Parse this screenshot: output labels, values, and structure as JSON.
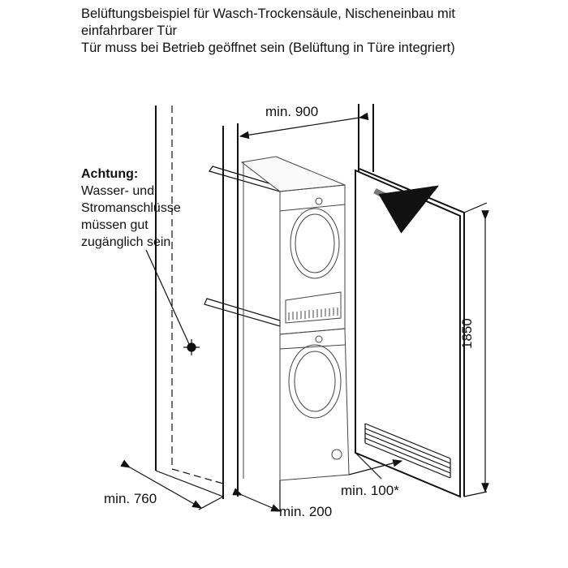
{
  "header": {
    "line1": "Belüftungsbeispiel für Wasch-Trockensäule, Nischeneinbau mit",
    "line2": "einfahrbarer Tür",
    "line3": "Tür muss bei Betrieb geöffnet sein (Belüftung in Türe integriert)"
  },
  "note": {
    "title": "Achtung:",
    "lines": [
      "Wasser- und",
      "Stromanschlüsse",
      "müssen gut",
      "zugänglich sein"
    ]
  },
  "dimensions": {
    "width": "min. 900",
    "height": "1850",
    "depth": "min. 760",
    "side_gap": "min. 200",
    "door_gap": "min. 100*"
  }
}
